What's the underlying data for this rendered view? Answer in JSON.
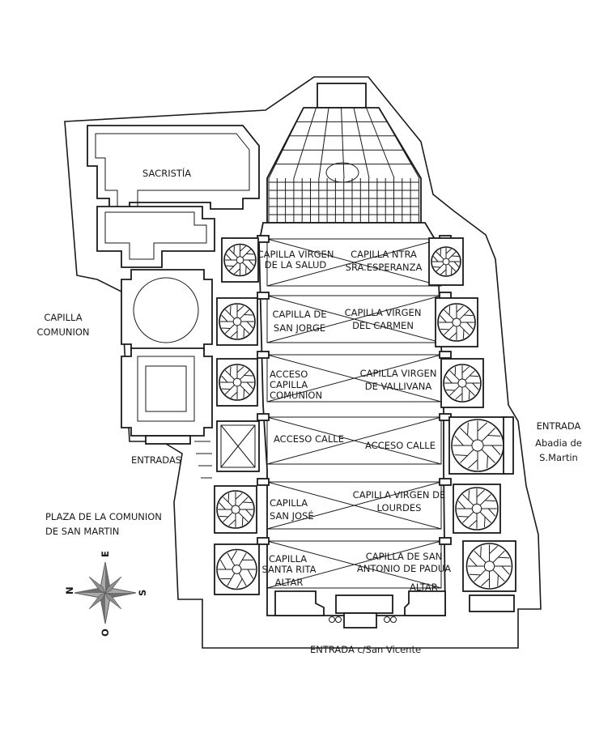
{
  "labels": {
    "sacristia": "SACRISTÍA",
    "capilla_comunion": [
      "CAPILLA",
      "COMUNION"
    ],
    "entradas": "ENTRADAS",
    "plaza": [
      "PLAZA DE LA COMUNION",
      "DE SAN MARTIN"
    ],
    "entrada_san_vicente": "ENTRADA c/San Vicente",
    "entrada_abadia": [
      "ENTRADA",
      "Abadia de",
      "S.Martin"
    ]
  },
  "chapels_left": [
    {
      "lines": [
        "CAPILLA VIRGEN",
        "DE LA SALUD"
      ]
    },
    {
      "lines": [
        "CAPILLA DE",
        "SAN JORGE"
      ]
    },
    {
      "lines": [
        "ACCESO",
        "CAPILLA",
        "COMUNION"
      ]
    },
    {
      "lines": [
        "ACCESO CALLE"
      ]
    },
    {
      "lines": [
        "CAPILLA",
        "SAN JOSÉ"
      ]
    },
    {
      "lines": [
        "CAPILLA",
        "SANTA RITA",
        "ALTAR"
      ]
    }
  ],
  "chapels_right": [
    {
      "lines": [
        "CAPILLA NTRA",
        "SRA.ESPERANZA"
      ]
    },
    {
      "lines": [
        "CAPILLA VIRGEN",
        "DEL CARMEN"
      ]
    },
    {
      "lines": [
        "CAPILLA VIRGEN",
        "DE VALLIVANA"
      ]
    },
    {
      "lines": [
        "ACCESO CALLE"
      ]
    },
    {
      "lines": [
        "CAPILLA VIRGEN DE",
        "LOURDES"
      ]
    },
    {
      "lines": [
        "CAPILLA DE SAN",
        "ANTONIO DE PADUA"
      ]
    }
  ],
  "altar_right": "ALTAR",
  "compass": {
    "n": "N",
    "e": "E",
    "s": "S",
    "o": "O"
  }
}
